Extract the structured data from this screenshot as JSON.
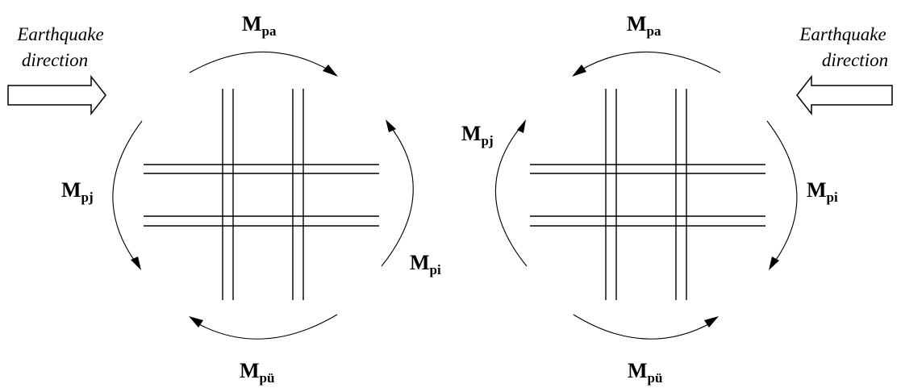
{
  "left_panel": {
    "earthquake_line1": "Earthquake",
    "earthquake_line2": "direction",
    "moments": {
      "top": {
        "main": "M",
        "sub": "pa"
      },
      "left": {
        "main": "M",
        "sub": "pj"
      },
      "right": {
        "main": "M",
        "sub": "pi"
      },
      "bottom": {
        "main": "M",
        "sub": "pü"
      }
    }
  },
  "right_panel": {
    "earthquake_line1": "Earthquake",
    "earthquake_line2": "direction",
    "moments": {
      "top": {
        "main": "M",
        "sub": "pa"
      },
      "left": {
        "main": "M",
        "sub": "pj"
      },
      "right": {
        "main": "M",
        "sub": "pi"
      },
      "bottom": {
        "main": "M",
        "sub": "pü"
      }
    }
  }
}
